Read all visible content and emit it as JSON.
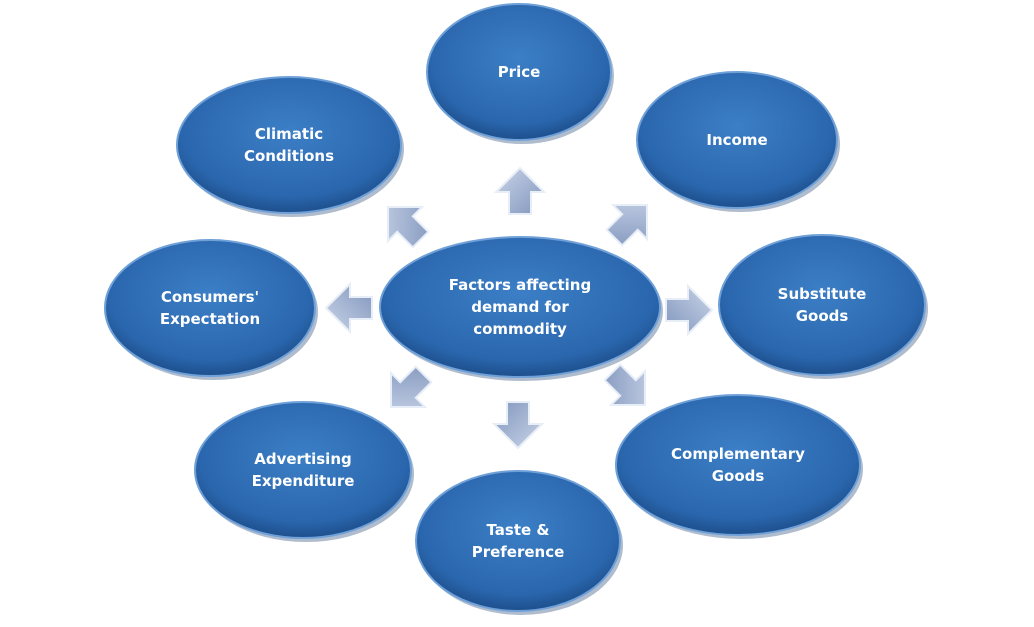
{
  "center": {
    "lines": [
      "Factors affecting",
      "demand for",
      "commodity"
    ]
  },
  "factors": [
    {
      "id": "price",
      "lines": [
        "Price"
      ]
    },
    {
      "id": "income",
      "lines": [
        "Income"
      ]
    },
    {
      "id": "substitute-goods",
      "lines": [
        "Substitute",
        "Goods"
      ]
    },
    {
      "id": "complementary-goods",
      "lines": [
        "Complementary",
        "Goods"
      ]
    },
    {
      "id": "taste-preference",
      "lines": [
        "Taste &",
        "Preference"
      ]
    },
    {
      "id": "advertising-expenditure",
      "lines": [
        "Advertising",
        "Expenditure"
      ]
    },
    {
      "id": "consumers-expectation",
      "lines": [
        "Consumers'",
        "Expectation"
      ]
    },
    {
      "id": "climatic-conditions",
      "lines": [
        "Climatic",
        "Conditions"
      ]
    }
  ],
  "colors": {
    "node": "#2e6db4",
    "node_dark": "#1d4f8c",
    "arrow": "#9aabc9"
  }
}
